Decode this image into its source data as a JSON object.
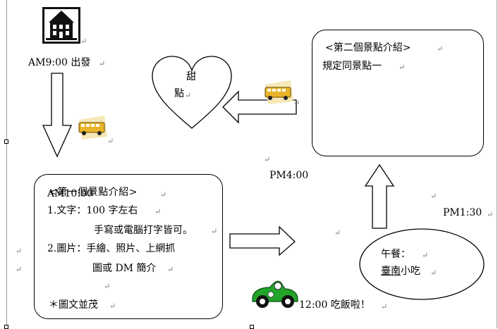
{
  "start": {
    "label": "AM9:00 出發"
  },
  "heart": {
    "line1": "甜",
    "line2": "點"
  },
  "spot1": {
    "overlay_time": "AM10:00",
    "title": "<第一個景點介紹>",
    "lines": [
      "1.文字：100 字左右",
      "手寫或電腦打字皆可。",
      "2.圖片：手繪、照片、上網抓",
      "圖或 DM 簡介",
      "＊圖文並茂"
    ]
  },
  "spot2": {
    "title": "<第二個景點介紹>",
    "line1": "規定同景點一"
  },
  "lunch": {
    "line1": "午餐：",
    "place": "臺南",
    "food": "小吃"
  },
  "times": {
    "pm4": "PM4:00",
    "pm1": "PM1:30",
    "noon": "12:00 吃飯啦！"
  },
  "marks": {
    "para": "↵"
  },
  "colors": {
    "car_green": "#22a32a",
    "bus_yellow": "#e8b52a",
    "house": "#111111"
  },
  "icons": [
    "house-icon",
    "bus-icon",
    "race-car-icon"
  ]
}
